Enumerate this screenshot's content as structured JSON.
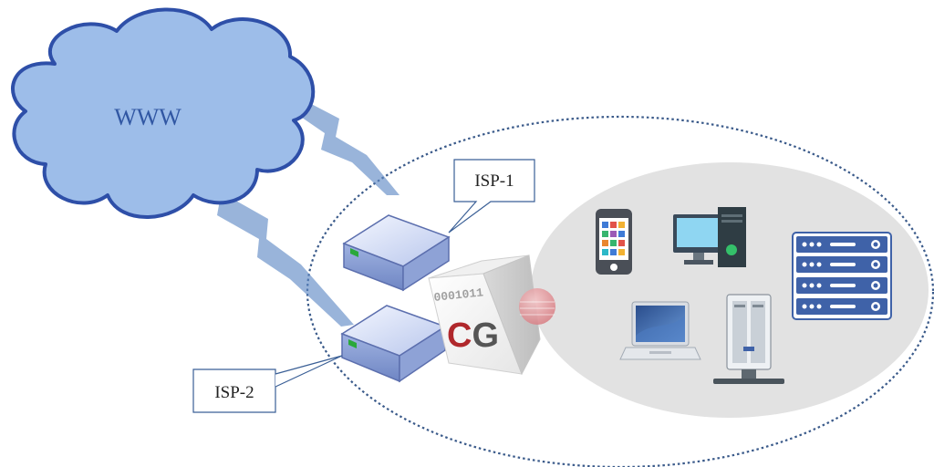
{
  "cloud": {
    "label": "WWW"
  },
  "callouts": [
    {
      "id": "isp1",
      "label": "ISP-1"
    },
    {
      "id": "isp2",
      "label": "ISP-2"
    }
  ],
  "gateway": {
    "logo": "CG",
    "binary": "0001011",
    "logo_colors": {
      "c": "#b0282c",
      "g": "#555555"
    }
  },
  "colors": {
    "cloud_fill": "#9dbde9",
    "cloud_stroke": "#2e4fa8",
    "link_beam": "#5b86c4",
    "boundary": "#3a5a8a",
    "lan_fill": "#e2e2e2",
    "device_blue": "#3f62a8"
  },
  "icons": [
    "cloud-icon",
    "router-icon",
    "gateway-cube-icon",
    "smartphone-icon",
    "desktop-pc-icon",
    "server-rack-icon",
    "laptop-icon",
    "tower-server-icon"
  ]
}
